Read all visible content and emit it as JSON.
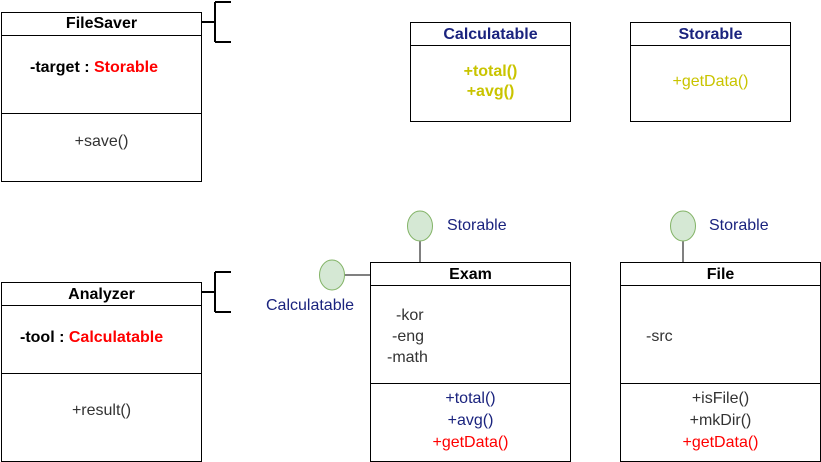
{
  "colors": {
    "red": "#ff0000",
    "navy": "#1a237e",
    "olive": "#c9c400",
    "lollipop_fill": "#d5e8d4",
    "lollipop_stroke": "#82b366",
    "text": "#333333"
  },
  "filesaver": {
    "title": "FileSaver",
    "field_name": "-target : ",
    "field_type": "Storable",
    "method": "+save()"
  },
  "analyzer": {
    "title": "Analyzer",
    "field_name": "-tool : ",
    "field_type": "Calculatable",
    "method": "+result()"
  },
  "calculatable": {
    "title": "Calculatable",
    "methods": [
      "+total()",
      "+avg()"
    ]
  },
  "storable": {
    "title": "Storable",
    "methods": [
      "+getData()"
    ]
  },
  "exam": {
    "title": "Exam",
    "fields": [
      "-kor",
      "-eng",
      "-math"
    ],
    "methods": [
      "+total()",
      "+avg()",
      "+getData()"
    ],
    "interfaces": [
      "Storable",
      "Calculatable"
    ]
  },
  "file": {
    "title": "File",
    "fields": [
      "-src"
    ],
    "methods": [
      "+isFile()",
      "+mkDir()",
      "+getData()"
    ],
    "interfaces": [
      "Storable"
    ]
  }
}
